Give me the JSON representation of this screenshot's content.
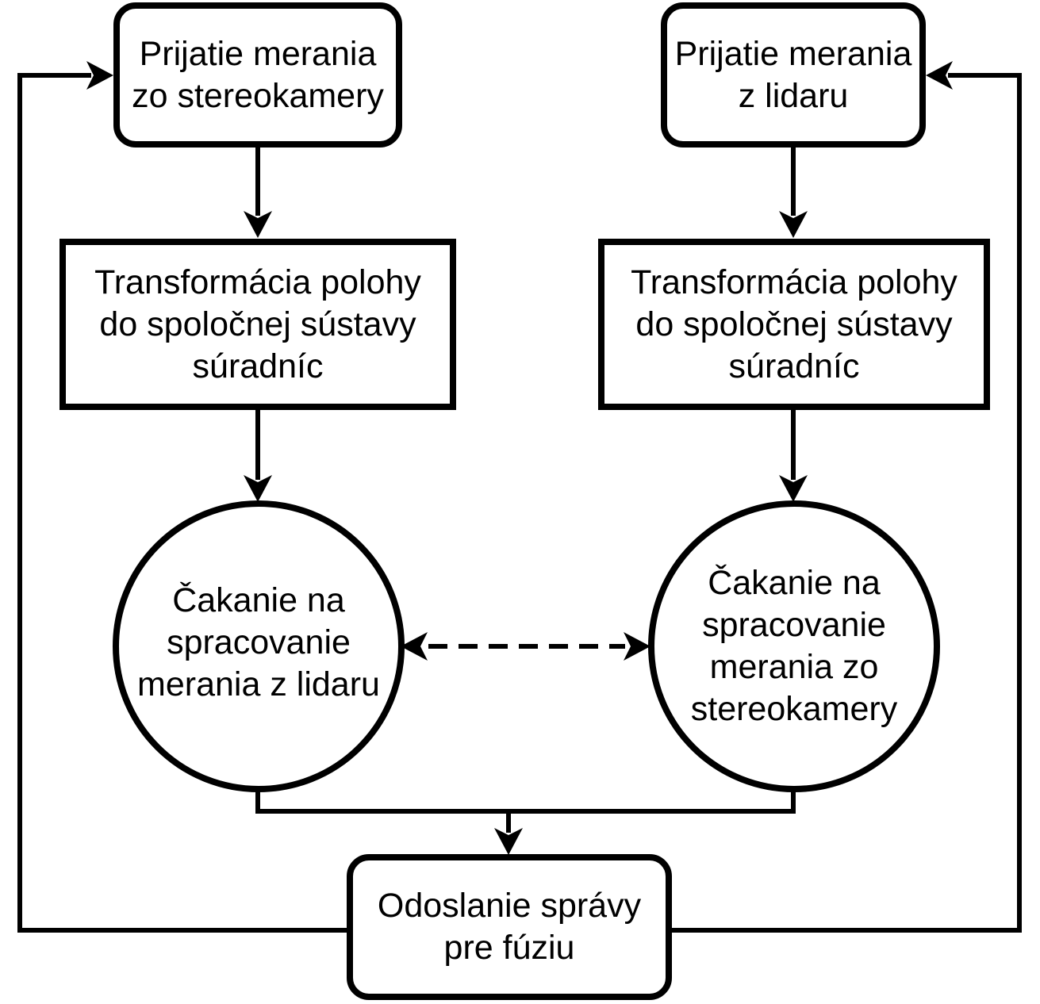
{
  "nodes": {
    "receive_stereo": {
      "lines": [
        "Prijatie merania",
        "zo stereokamery"
      ]
    },
    "receive_lidar": {
      "lines": [
        "Prijatie merania",
        "z lidaru"
      ]
    },
    "transform_left": {
      "lines": [
        "Transformácia polohy",
        "do spoločnej sústavy",
        "súradníc"
      ]
    },
    "transform_right": {
      "lines": [
        "Transformácia polohy",
        "do spoločnej sústavy",
        "súradníc"
      ]
    },
    "wait_lidar": {
      "lines": [
        "Čakanie na",
        "spracovanie",
        "merania z lidaru"
      ]
    },
    "wait_stereo": {
      "lines": [
        "Čakanie na",
        "spracovanie",
        "merania zo",
        "stereokamery"
      ]
    },
    "send_fusion": {
      "lines": [
        "Odoslanie správy",
        "pre fúziu"
      ]
    }
  },
  "colors": {
    "stroke": "#000000",
    "fill": "#ffffff"
  }
}
